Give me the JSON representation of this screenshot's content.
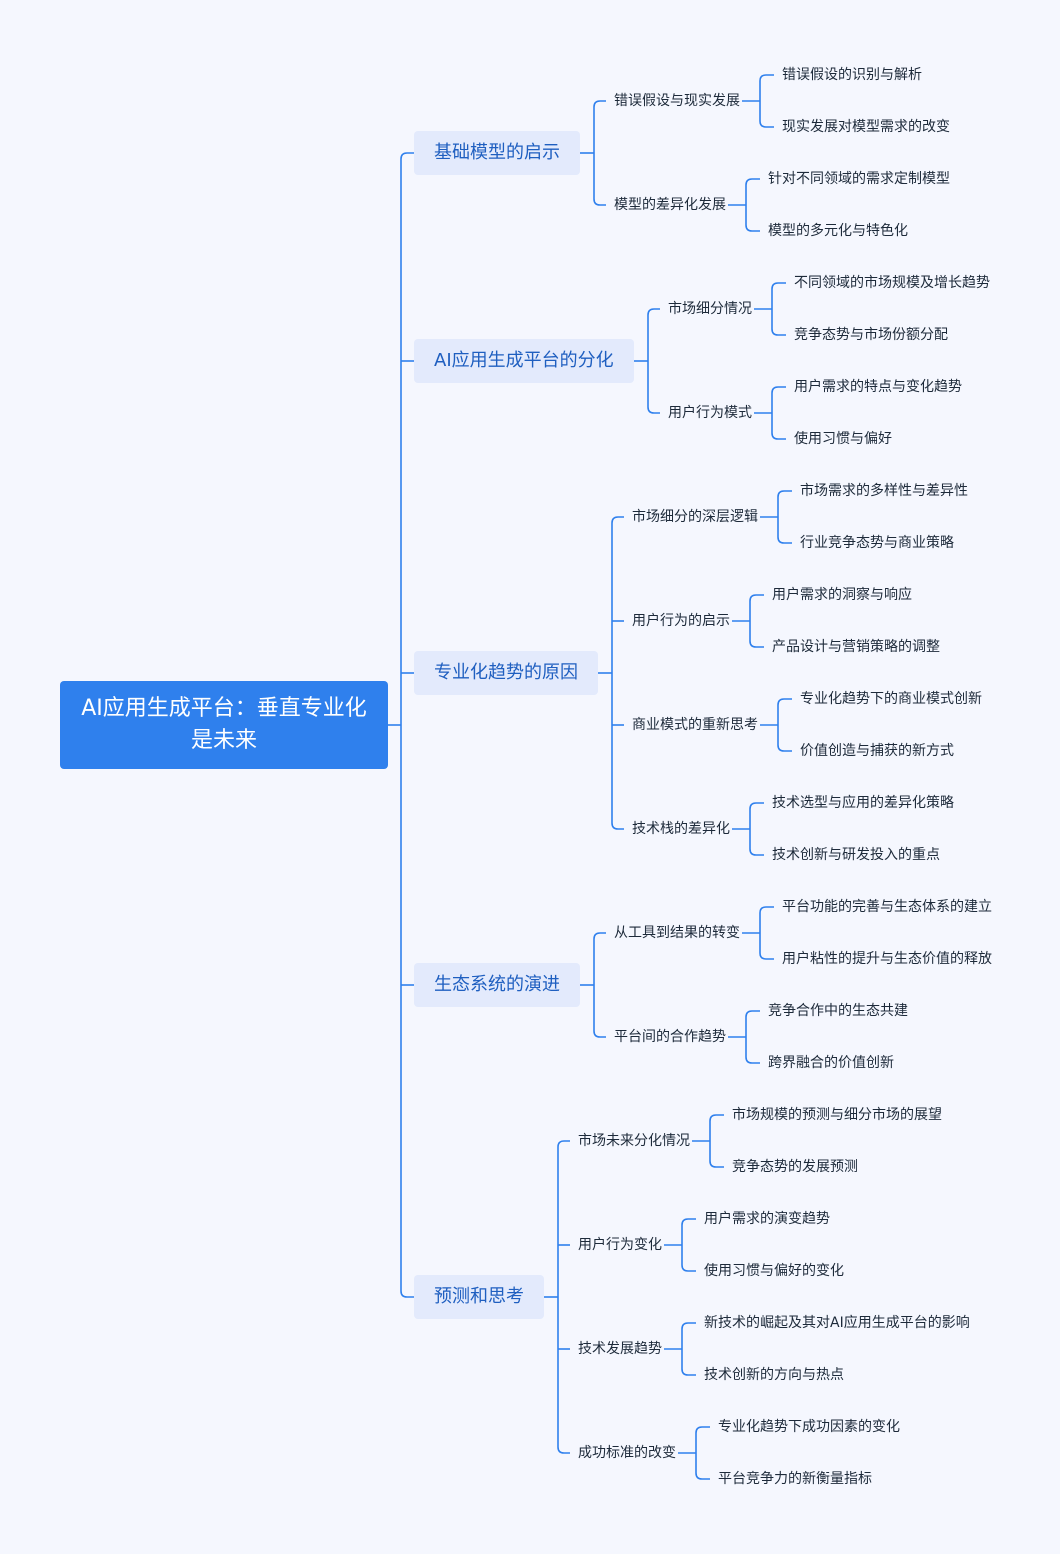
{
  "root": "AI应用生成平台：垂直专业化是未来",
  "branches": [
    {
      "label": "基础模型的启示",
      "children": [
        {
          "label": "错误假设与现实发展",
          "children": [
            "错误假设的识别与解析",
            "现实发展对模型需求的改变"
          ]
        },
        {
          "label": "模型的差异化发展",
          "children": [
            "针对不同领域的需求定制模型",
            "模型的多元化与特色化"
          ]
        }
      ]
    },
    {
      "label": "AI应用生成平台的分化",
      "children": [
        {
          "label": "市场细分情况",
          "children": [
            "不同领域的市场规模及增长趋势",
            "竞争态势与市场份额分配"
          ]
        },
        {
          "label": "用户行为模式",
          "children": [
            "用户需求的特点与变化趋势",
            "使用习惯与偏好"
          ]
        }
      ]
    },
    {
      "label": "专业化趋势的原因",
      "children": [
        {
          "label": "市场细分的深层逻辑",
          "children": [
            "市场需求的多样性与差异性",
            "行业竞争态势与商业策略"
          ]
        },
        {
          "label": "用户行为的启示",
          "children": [
            "用户需求的洞察与响应",
            "产品设计与营销策略的调整"
          ]
        },
        {
          "label": "商业模式的重新思考",
          "children": [
            "专业化趋势下的商业模式创新",
            "价值创造与捕获的新方式"
          ]
        },
        {
          "label": "技术栈的差异化",
          "children": [
            "技术选型与应用的差异化策略",
            "技术创新与研发投入的重点"
          ]
        }
      ]
    },
    {
      "label": "生态系统的演进",
      "children": [
        {
          "label": "从工具到结果的转变",
          "children": [
            "平台功能的完善与生态体系的建立",
            "用户粘性的提升与生态价值的释放"
          ]
        },
        {
          "label": "平台间的合作趋势",
          "children": [
            "竞争合作中的生态共建",
            "跨界融合的价值创新"
          ]
        }
      ]
    },
    {
      "label": "预测和思考",
      "children": [
        {
          "label": "市场未来分化情况",
          "children": [
            "市场规模的预测与细分市场的展望",
            "竞争态势的发展预测"
          ]
        },
        {
          "label": "用户行为变化",
          "children": [
            "用户需求的演变趋势",
            "使用习惯与偏好的变化"
          ]
        },
        {
          "label": "技术发展趋势",
          "children": [
            "新技术的崛起及其对AI应用生成平台的影响",
            "技术创新的方向与热点"
          ]
        },
        {
          "label": "成功标准的改变",
          "children": [
            "专业化趋势下成功因素的变化",
            "平台竞争力的新衡量指标"
          ]
        }
      ]
    }
  ],
  "colors": {
    "line": "#2f80ed",
    "root_bg": "#2f80ed",
    "branch_bg": "#e3eafc",
    "branch_text": "#1f5fc0",
    "background": "#f5f7fe"
  }
}
